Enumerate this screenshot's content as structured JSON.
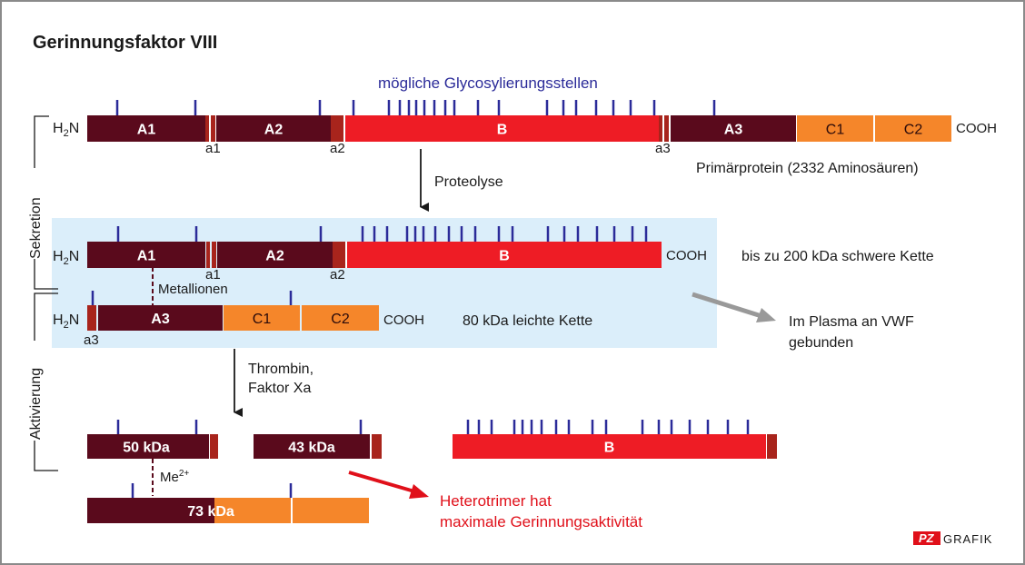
{
  "title": "Gerinnungsfaktor VIII",
  "glyco_label": "mögliche Glycosylierungsstellen",
  "side_labels": {
    "sekretion": "Sekretion",
    "aktivierung": "Aktivierung"
  },
  "termini": {
    "n": "H",
    "n_sub": "2",
    "n_end": "N",
    "c": "COOH"
  },
  "primary": {
    "segments": {
      "A1": "A1",
      "A2": "A2",
      "B": "B",
      "A3": "A3",
      "C1": "C1",
      "C2": "C2"
    },
    "acidic": {
      "a1": "a1",
      "a2": "a2",
      "a3": "a3"
    },
    "caption": "Primärprotein (2332 Aminosäuren)"
  },
  "proteolyse": "Proteolyse",
  "heavy": {
    "caption": "bis zu 200 kDa schwere Kette"
  },
  "metallionen": "Metallionen",
  "light": {
    "caption": "80 kDa leichte Kette"
  },
  "plasma": {
    "line1": "Im Plasma an VWF",
    "line2": "gebunden"
  },
  "thrombin": {
    "line1": "Thrombin,",
    "line2": "Faktor Xa"
  },
  "fragments": {
    "f50": "50 kDa",
    "f43": "43 kDa",
    "fB": "B",
    "f73": "73 kDa"
  },
  "me": {
    "base": "Me",
    "sup": "2+"
  },
  "heterotrimer": {
    "line1": "Heterotrimer hat",
    "line2": "maximale Gerinnungsaktivität"
  },
  "logo": {
    "pz": "PZ",
    "grafik": "GRAFIK"
  },
  "colors": {
    "dark": "#5a0a1c",
    "acidic": "#a8241c",
    "red": "#ee1c25",
    "orange": "#f5862a",
    "tick": "#2b2b99",
    "panel": "#dbeefa",
    "arrow_red": "#e0101a",
    "arrow_gray": "#999999"
  }
}
